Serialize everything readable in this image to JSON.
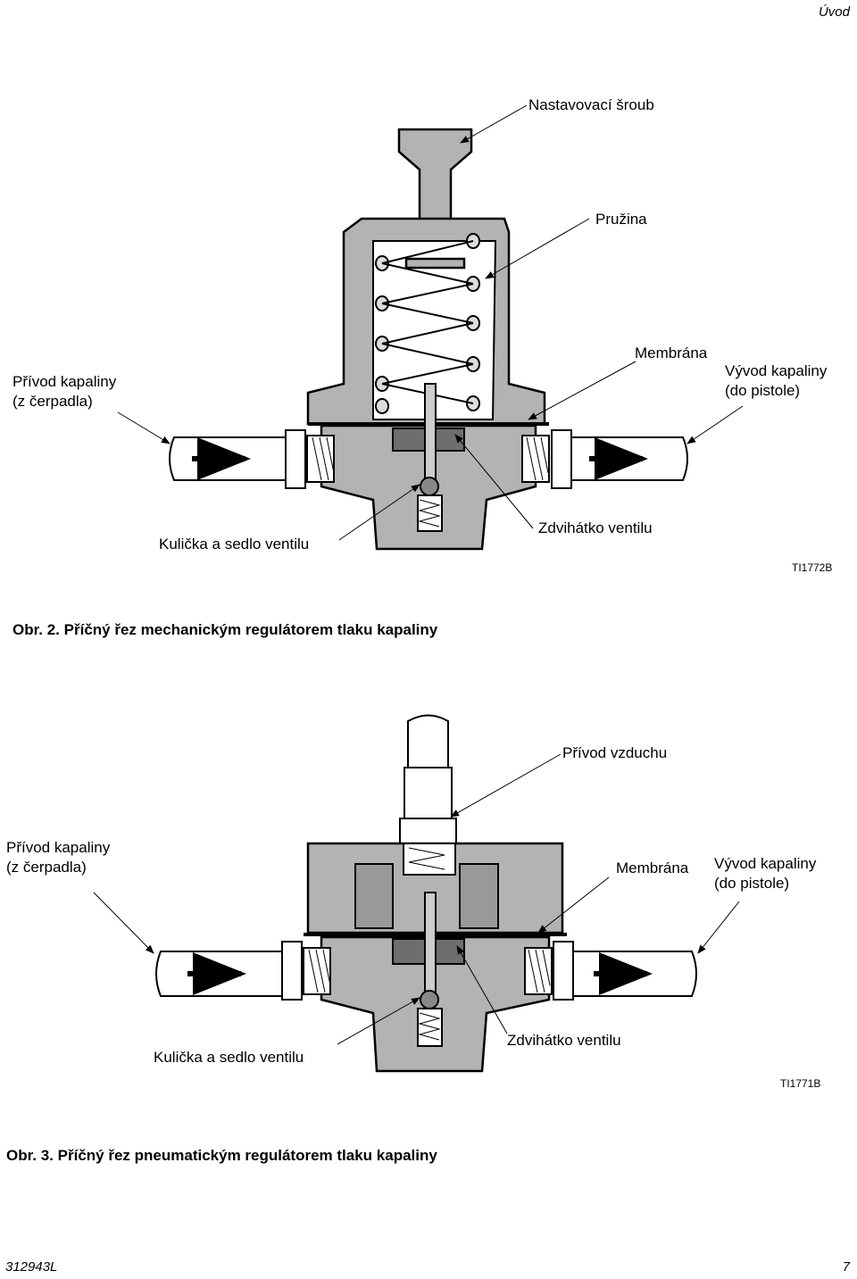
{
  "header": {
    "section": "Úvod"
  },
  "figure2": {
    "labels": {
      "adjust_screw": "Nastavovací šroub",
      "spring": "Pružina",
      "inlet": [
        "Přívod kapaliny",
        "(z čerpadla)"
      ],
      "membrane": "Membrána",
      "outlet": [
        "Vývod kapaliny",
        "(do pistole)"
      ],
      "ball_seat": "Kulička a sedlo ventilu",
      "valve_lifter": "Zdvihátko ventilu",
      "ref": "TI1772B"
    },
    "caption_prefix": "Obr. 2.",
    "caption_text": "Příčný řez mechanickým regulátorem tlaku kapaliny"
  },
  "figure3": {
    "labels": {
      "air_inlet": "Přívod vzduchu",
      "inlet": [
        "Přívod kapaliny",
        "(z čerpadla)"
      ],
      "membrane": "Membrána",
      "outlet": [
        "Vývod kapaliny",
        "(do pistole)"
      ],
      "ball_seat": "Kulička a sedlo ventilu",
      "valve_lifter": "Zdvihátko ventilu",
      "ref": "TI1771B"
    },
    "caption_prefix": "Obr. 3.",
    "caption_text": "Příčný řez pneumatickým regulátorem tlaku kapaliny"
  },
  "footer": {
    "doc_number": "312943L",
    "page_number": "7"
  }
}
